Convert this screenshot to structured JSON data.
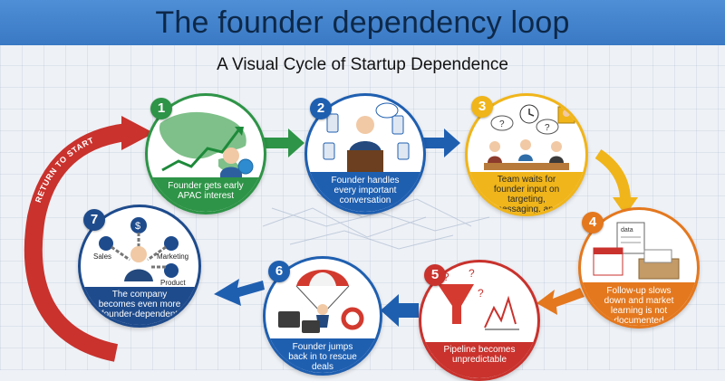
{
  "title": "The founder dependency loop",
  "subtitle": "A Visual Cycle of Startup Dependence",
  "return_label": "RETURN TO START",
  "colors": {
    "green": "#2e9447",
    "blue": "#1f5fb0",
    "yellow": "#f0b51a",
    "orange": "#e4781e",
    "red": "#c9322d",
    "navy": "#1e4b8c"
  },
  "stages": [
    {
      "number": "1",
      "caption": "Founder gets early APAC interest"
    },
    {
      "number": "2",
      "caption": "Founder handles every important conversation"
    },
    {
      "number": "3",
      "caption": "Team waits for founder input on targeting, messaging, and follow-up"
    },
    {
      "number": "4",
      "caption": "Follow-up slows down and market learning is not documented"
    },
    {
      "number": "5",
      "caption": "Pipeline becomes unpredictable"
    },
    {
      "number": "6",
      "caption": "Founder jumps back in to rescue deals"
    },
    {
      "number": "7",
      "caption": "The company becomes even more founder-dependent"
    }
  ],
  "stage3_icons": {
    "question_a": "?",
    "question_b": "?"
  },
  "stage4_icons": {
    "data_label": "data"
  },
  "stage7_icons": {
    "sales": "Sales",
    "marketing": "Marketing",
    "product": "Product",
    "dollar": "$"
  }
}
